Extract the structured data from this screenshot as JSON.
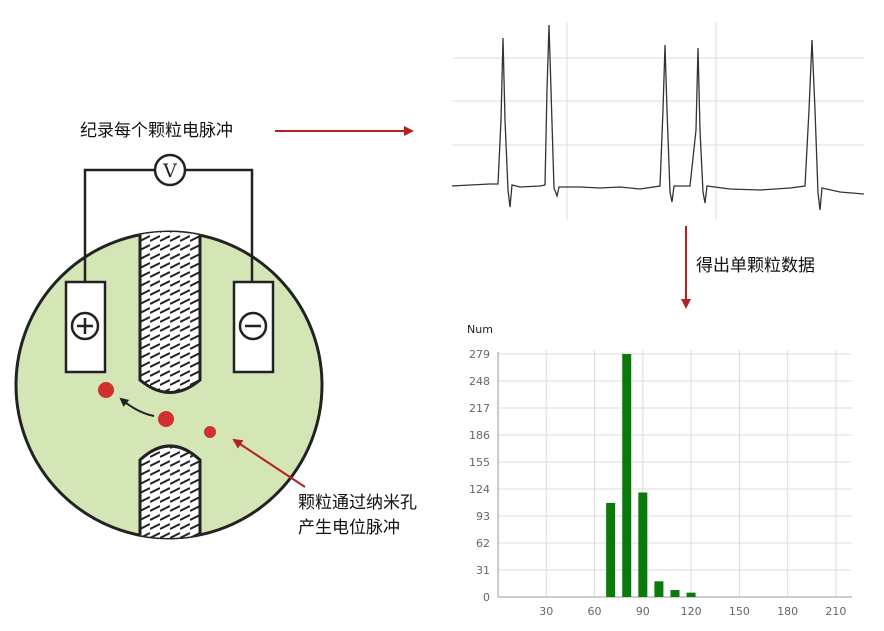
{
  "labels": {
    "record_pulse": "纪录每个颗粒电脉冲",
    "get_data": "得出单颗粒数据",
    "pulse_line1": "颗粒通过纳米孔",
    "pulse_line2": "产生电位脉冲"
  },
  "device": {
    "voltmeter_symbol": "V",
    "plus_symbol": "+",
    "minus_symbol": "−"
  },
  "colors": {
    "chamber_fill": "#d4e6b5",
    "particle": "#d03030",
    "arrow_red": "#b22222",
    "bar_green": "#0a7a0a",
    "grid": "#dddddd",
    "trace": "#333333"
  },
  "chart_data": {
    "type": "bar",
    "ylabel": "Num",
    "y_ticks": [
      "279",
      "248",
      "217",
      "186",
      "155",
      "124",
      "93",
      "62",
      "31",
      "0"
    ],
    "x_ticks": [
      "30",
      "60",
      "90",
      "120",
      "150",
      "180",
      "210"
    ],
    "xlim": [
      0,
      220
    ],
    "ylim": [
      0,
      279
    ],
    "x": [
      70,
      80,
      90,
      100,
      110,
      120
    ],
    "values": [
      108,
      279,
      120,
      18,
      8,
      5
    ]
  }
}
